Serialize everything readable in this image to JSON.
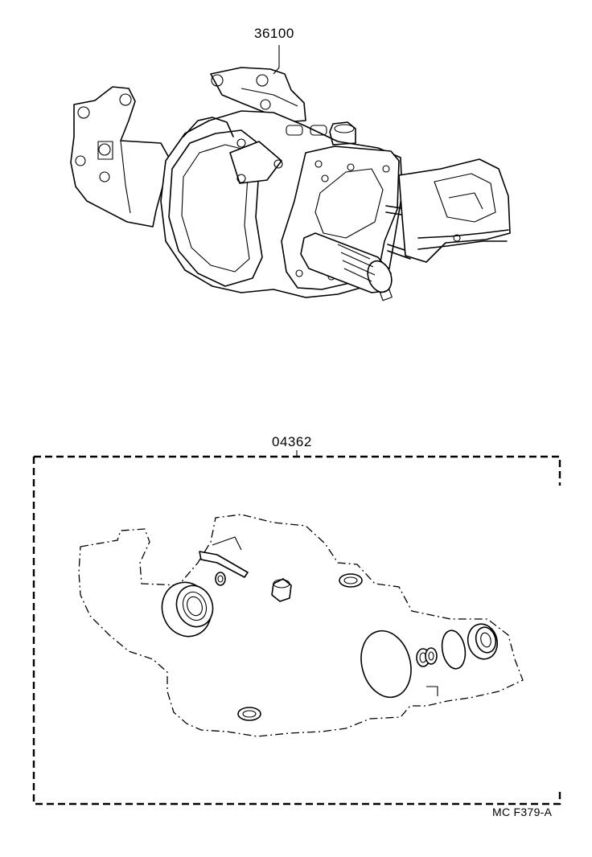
{
  "labels": {
    "transaxle_part_no": "36100",
    "gasket_kit_part_no": "04362",
    "reference_code": "MC  F379-A"
  }
}
